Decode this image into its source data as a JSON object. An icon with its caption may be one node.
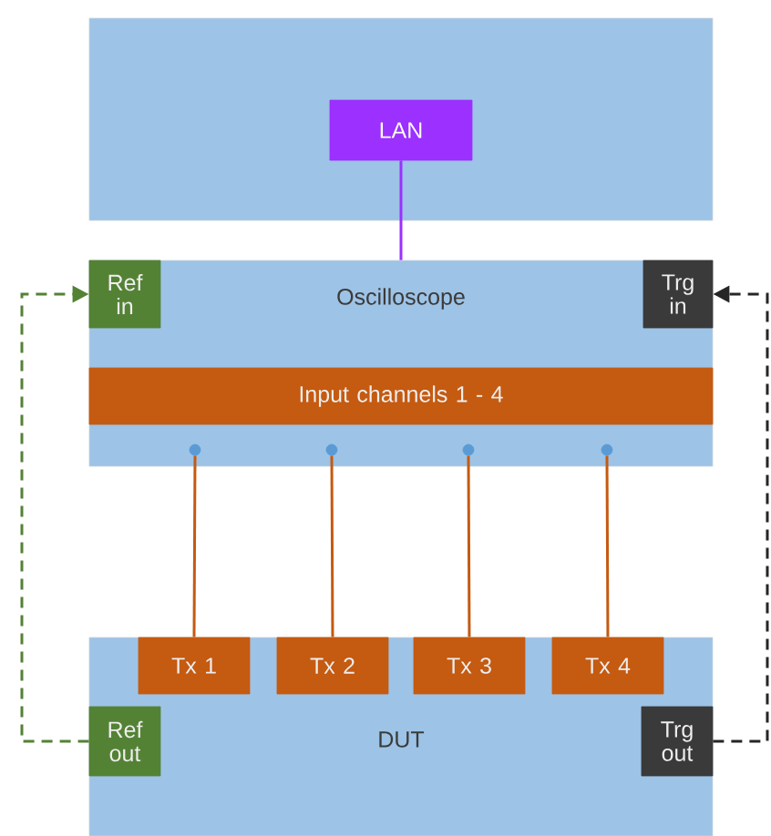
{
  "diagram": {
    "nodes": [
      {
        "text": [],
        "shape": "box"
      },
      {
        "text": [
          "LAN"
        ],
        "in": 0
      },
      {
        "text": [
          "Oscilloscope"
        ]
      },
      {
        "text": [
          "Ref in"
        ],
        "in": 2
      },
      {
        "text": [
          "Trg in"
        ],
        "in": 2
      },
      {
        "text": [
          "Input channels 1 - 4"
        ],
        "in": 2
      },
      {
        "text": [],
        "shape": "circle",
        "in": 2
      },
      {
        "text": [],
        "shape": "circle",
        "in": 2
      },
      {
        "text": [],
        "shape": "circle",
        "in": 2
      },
      {
        "text": [],
        "shape": "circle",
        "in": 2
      },
      {
        "text": [
          "DUT"
        ]
      },
      {
        "text": [
          "Tx 1"
        ],
        "in": 10
      },
      {
        "text": [
          "Tx 2"
        ],
        "in": 10
      },
      {
        "text": [
          "Tx 3"
        ],
        "in": 10
      },
      {
        "text": [
          "Tx 4"
        ],
        "in": 10
      },
      {
        "text": [
          "Ref out"
        ],
        "in": 10
      },
      {
        "text": [
          "Trg out"
        ],
        "in": 10
      }
    ],
    "edges": [
      {
        "from": 1,
        "to": 2,
        "arrow": "none",
        "color": "#9b30ff"
      },
      {
        "from": 15,
        "to": 3,
        "arrow": "to",
        "style": "dashed",
        "color": "#548235"
      },
      {
        "from": 16,
        "to": 4,
        "arrow": "to",
        "style": "dashed",
        "color": "#262626"
      },
      {
        "from": 6,
        "to": 11,
        "arrow": "none"
      },
      {
        "from": 7,
        "to": 12,
        "arrow": "none"
      },
      {
        "from": 8,
        "to": 13,
        "arrow": "none"
      },
      {
        "from": 9,
        "to": 14,
        "arrow": "none"
      }
    ]
  }
}
